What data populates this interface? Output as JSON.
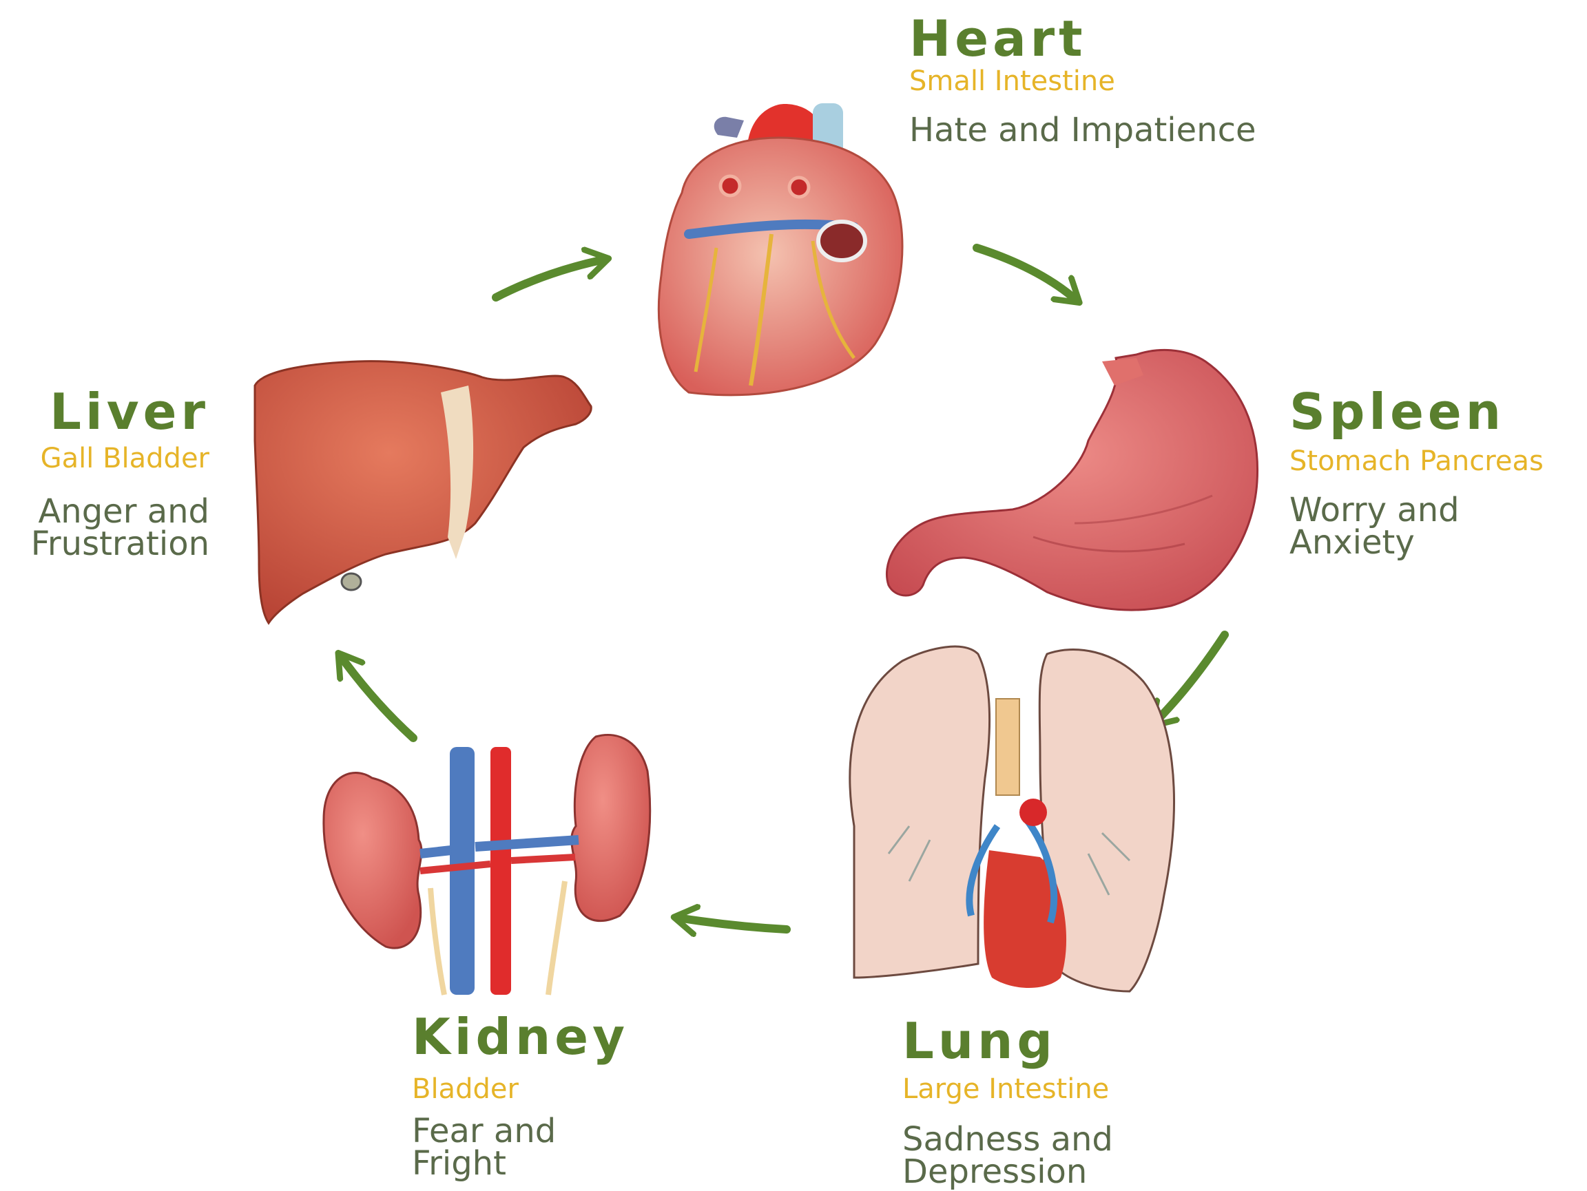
{
  "colors": {
    "name": "#5a7f2e",
    "pair": "#e6b428",
    "emotion": "#5a6a4a",
    "arrow": "#5a8a2e",
    "organ": "#d9605a"
  },
  "organs": {
    "heart": {
      "name": "Heart",
      "pair": "Small Intestine",
      "emotion": "Hate and Impatience"
    },
    "spleen": {
      "name": "Spleen",
      "pair": "Stomach Pancreas",
      "emotion": "Worry and\nAnxiety"
    },
    "lung": {
      "name": "Lung",
      "pair": "Large Intestine",
      "emotion": "Sadness and\nDepression"
    },
    "kidney": {
      "name": "Kidney",
      "pair": "Bladder",
      "emotion": "Fear and\nFright"
    },
    "liver": {
      "name": "Liver",
      "pair": "Gall Bladder",
      "emotion": "Anger and\nFrustration"
    }
  }
}
